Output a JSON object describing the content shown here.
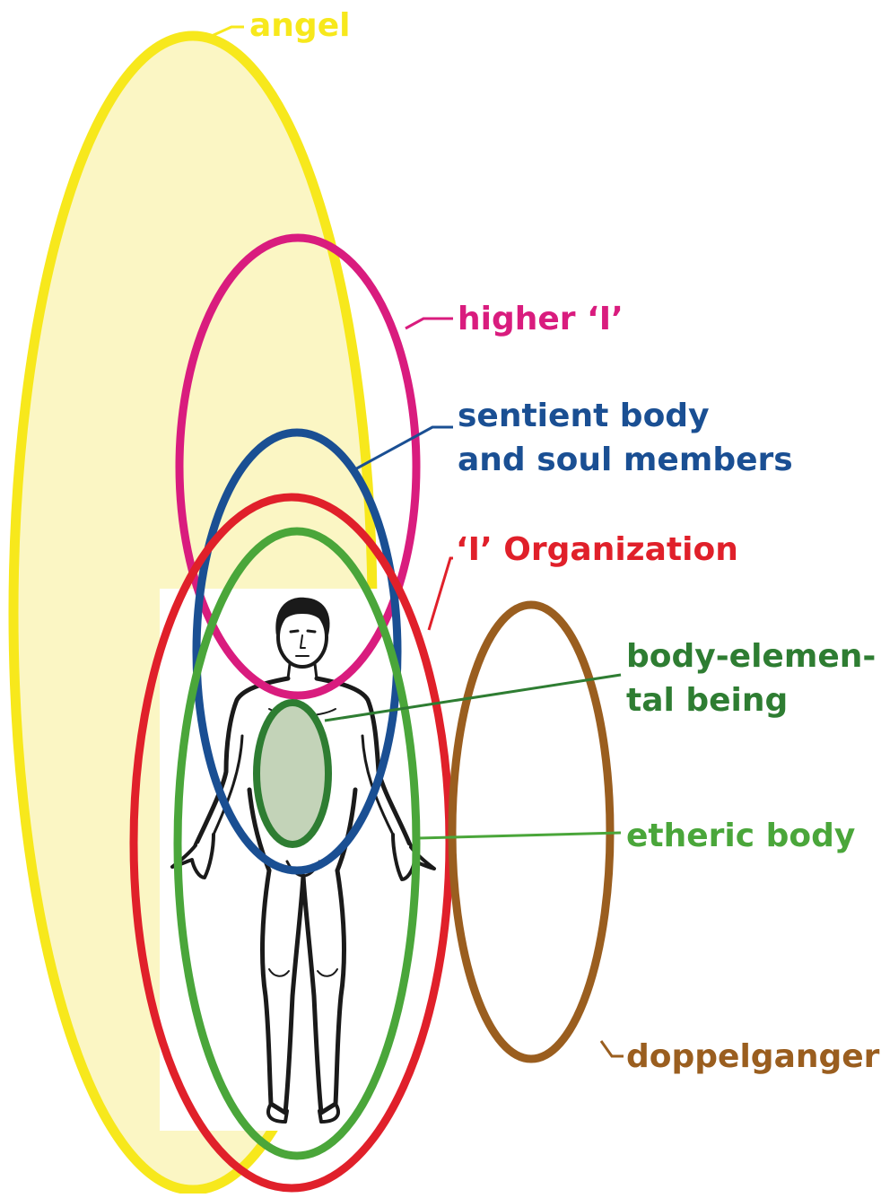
{
  "colors": {
    "angel": "#f7e81c",
    "angel_fill": "#fbf6c4",
    "higher_i": "#d91c7e",
    "sentient": "#1a4f93",
    "i_organization": "#e0202a",
    "etheric": "#4aa63a",
    "body_elemental": "#2e7d32",
    "body_elemental_fill": "#c3d3b8",
    "doppelganger": "#9a5e1f",
    "figure": "#1a1a1a"
  },
  "labels": {
    "angel": "angel",
    "higher_i": "higher ‘I’",
    "sentient_line1": "sentient body",
    "sentient_line2": "and soul members",
    "i_organization": "‘I’ Organization",
    "body_elemental_line1": "body-elemen-",
    "body_elemental_line2": "tal being",
    "etheric_body": "etheric body",
    "doppelganger": "doppelganger"
  },
  "figure": {
    "icon": "human-figure-icon"
  }
}
